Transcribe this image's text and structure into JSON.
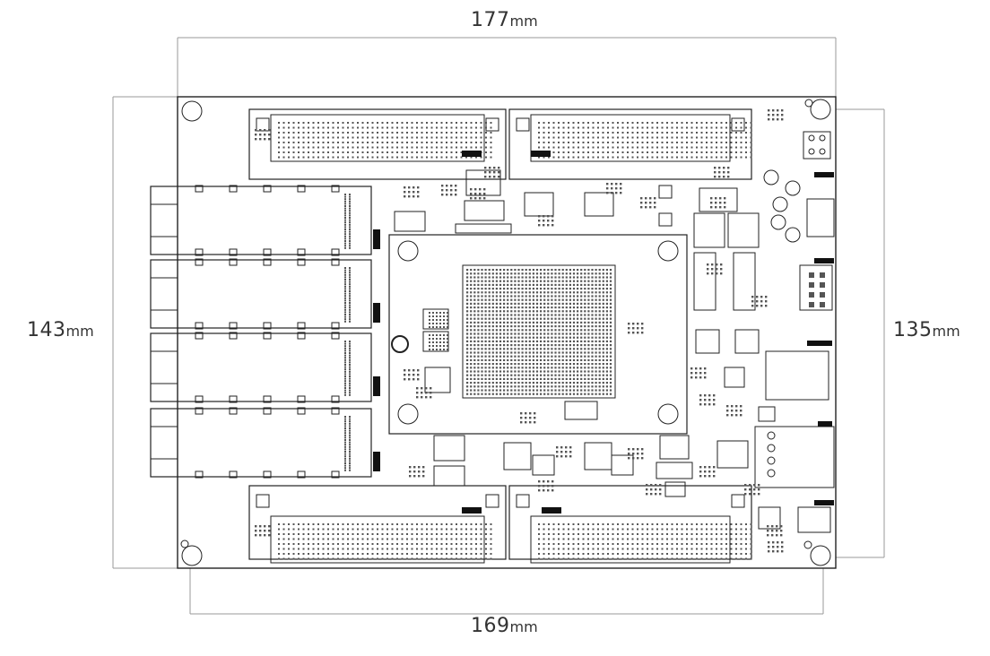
{
  "dimensions": {
    "top": {
      "value": "177",
      "unit": "mm"
    },
    "bottom": {
      "value": "169",
      "unit": "mm"
    },
    "left": {
      "value": "143",
      "unit": "mm"
    },
    "right": {
      "value": "135",
      "unit": "mm"
    }
  },
  "colors": {
    "line": "#222222",
    "dimension_line": "#9a9a9a",
    "board_fill": "#ffffff",
    "pad": "#555555",
    "label_bg": "#111111"
  },
  "icons": [
    "mounting-hole-icon",
    "bga-chip-icon",
    "sfp-cage-icon",
    "connector-icon"
  ]
}
